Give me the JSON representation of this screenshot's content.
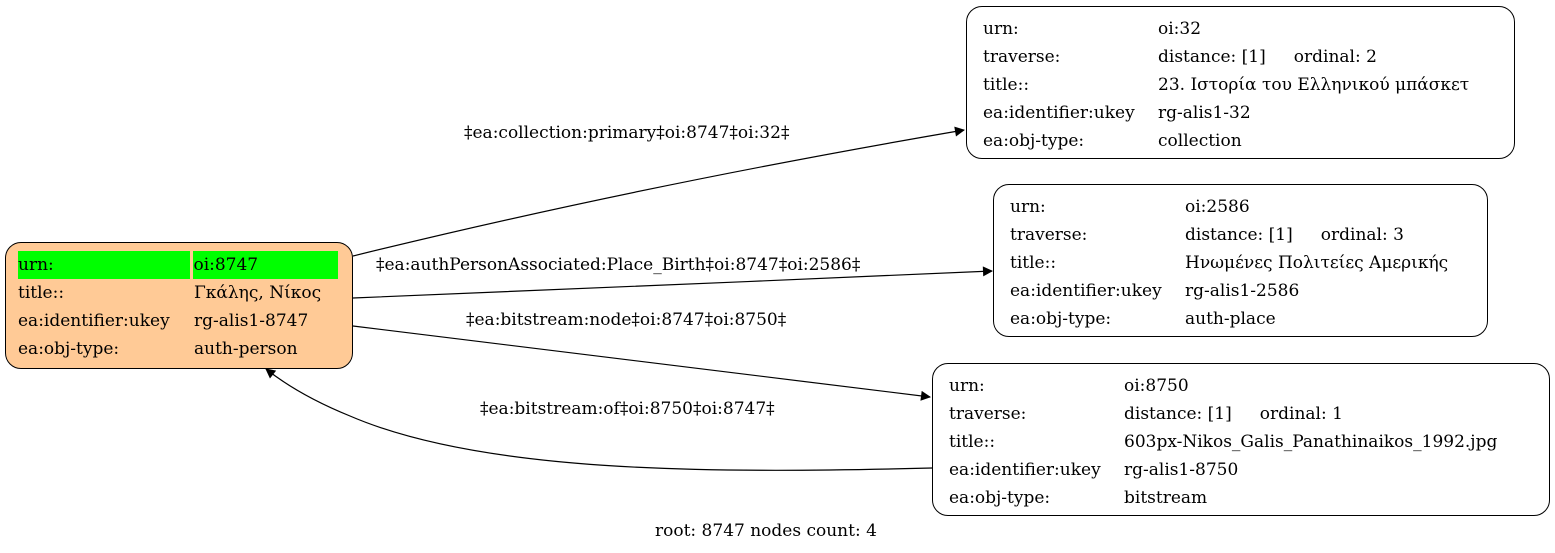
{
  "root": {
    "rows": [
      {
        "key": "urn:",
        "value": "oi:8747"
      },
      {
        "key": "title::",
        "value": "Γκάλης, Νίκος"
      },
      {
        "key": "ea:identifier:ukey",
        "value": "rg-alis1-8747"
      },
      {
        "key": "ea:obj-type:",
        "value": "auth-person"
      }
    ]
  },
  "nodes": [
    {
      "urn": {
        "key": "urn:",
        "value": "oi:32"
      },
      "traverse": {
        "key": "traverse:",
        "distance": "distance: [1]",
        "ordinal": "ordinal: 2"
      },
      "title": {
        "key": "title::",
        "value": "23. Ιστορία του Ελληνικού μπάσκετ"
      },
      "ukey": {
        "key": "ea:identifier:ukey",
        "value": "rg-alis1-32"
      },
      "type": {
        "key": "ea:obj-type:",
        "value": "collection"
      }
    },
    {
      "urn": {
        "key": "urn:",
        "value": "oi:2586"
      },
      "traverse": {
        "key": "traverse:",
        "distance": "distance: [1]",
        "ordinal": "ordinal: 3"
      },
      "title": {
        "key": "title::",
        "value": "Ηνωμένες Πολιτείες Αμερικής"
      },
      "ukey": {
        "key": "ea:identifier:ukey",
        "value": "rg-alis1-2586"
      },
      "type": {
        "key": "ea:obj-type:",
        "value": "auth-place"
      }
    },
    {
      "urn": {
        "key": "urn:",
        "value": "oi:8750"
      },
      "traverse": {
        "key": "traverse:",
        "distance": "distance: [1]",
        "ordinal": "ordinal: 1"
      },
      "title": {
        "key": "title::",
        "value": "603px-Nikos_Galis_Panathinaikos_1992.jpg"
      },
      "ukey": {
        "key": "ea:identifier:ukey",
        "value": "rg-alis1-8750"
      },
      "type": {
        "key": "ea:obj-type:",
        "value": "bitstream"
      }
    }
  ],
  "edges": [
    {
      "label": "‡ea:collection:primary‡oi:8747‡oi:32‡"
    },
    {
      "label": "‡ea:authPersonAssociated:Place_Birth‡oi:8747‡oi:2586‡"
    },
    {
      "label": "‡ea:bitstream:node‡oi:8747‡oi:8750‡"
    },
    {
      "label": "‡ea:bitstream:of‡oi:8750‡oi:8747‡"
    }
  ],
  "footer": "root: 8747 nodes count: 4",
  "colors": {
    "root_fill": "#ffca96",
    "highlight": "#00ff00",
    "stroke": "#000000"
  }
}
